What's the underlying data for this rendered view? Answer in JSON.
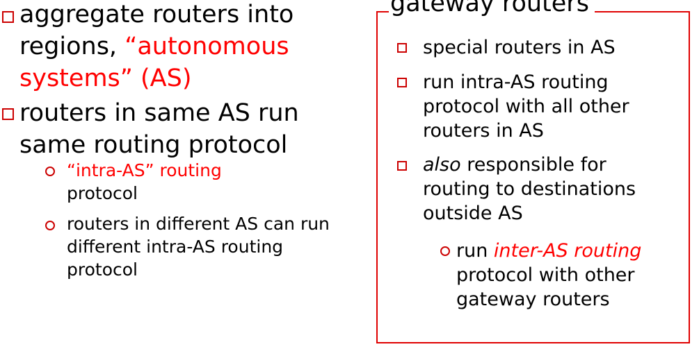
{
  "left": {
    "bullet1": {
      "prefix": "aggregate routers into regions, ",
      "highlight": "“autonomous systems” (AS)"
    },
    "bullet2": "routers in same AS run same routing protocol",
    "sub1": {
      "highlight": "“intra-AS” routing",
      "rest": "protocol"
    },
    "sub2": "routers in different AS can run different intra-AS routing protocol"
  },
  "right": {
    "title": "gateway routers",
    "bullet1": "special routers in AS",
    "bullet2": "run intra-AS routing protocol with all other routers in AS",
    "bullet3": {
      "italic": "also",
      "rest": " responsible for routing to destinations outside AS"
    },
    "sub1": {
      "prefix": "run ",
      "highlight": "inter-AS routing",
      "rest": "protocol with other gateway routers"
    }
  },
  "colors": {
    "accent": "#ff0000",
    "bullet": "#cc0000",
    "text": "#000000"
  }
}
